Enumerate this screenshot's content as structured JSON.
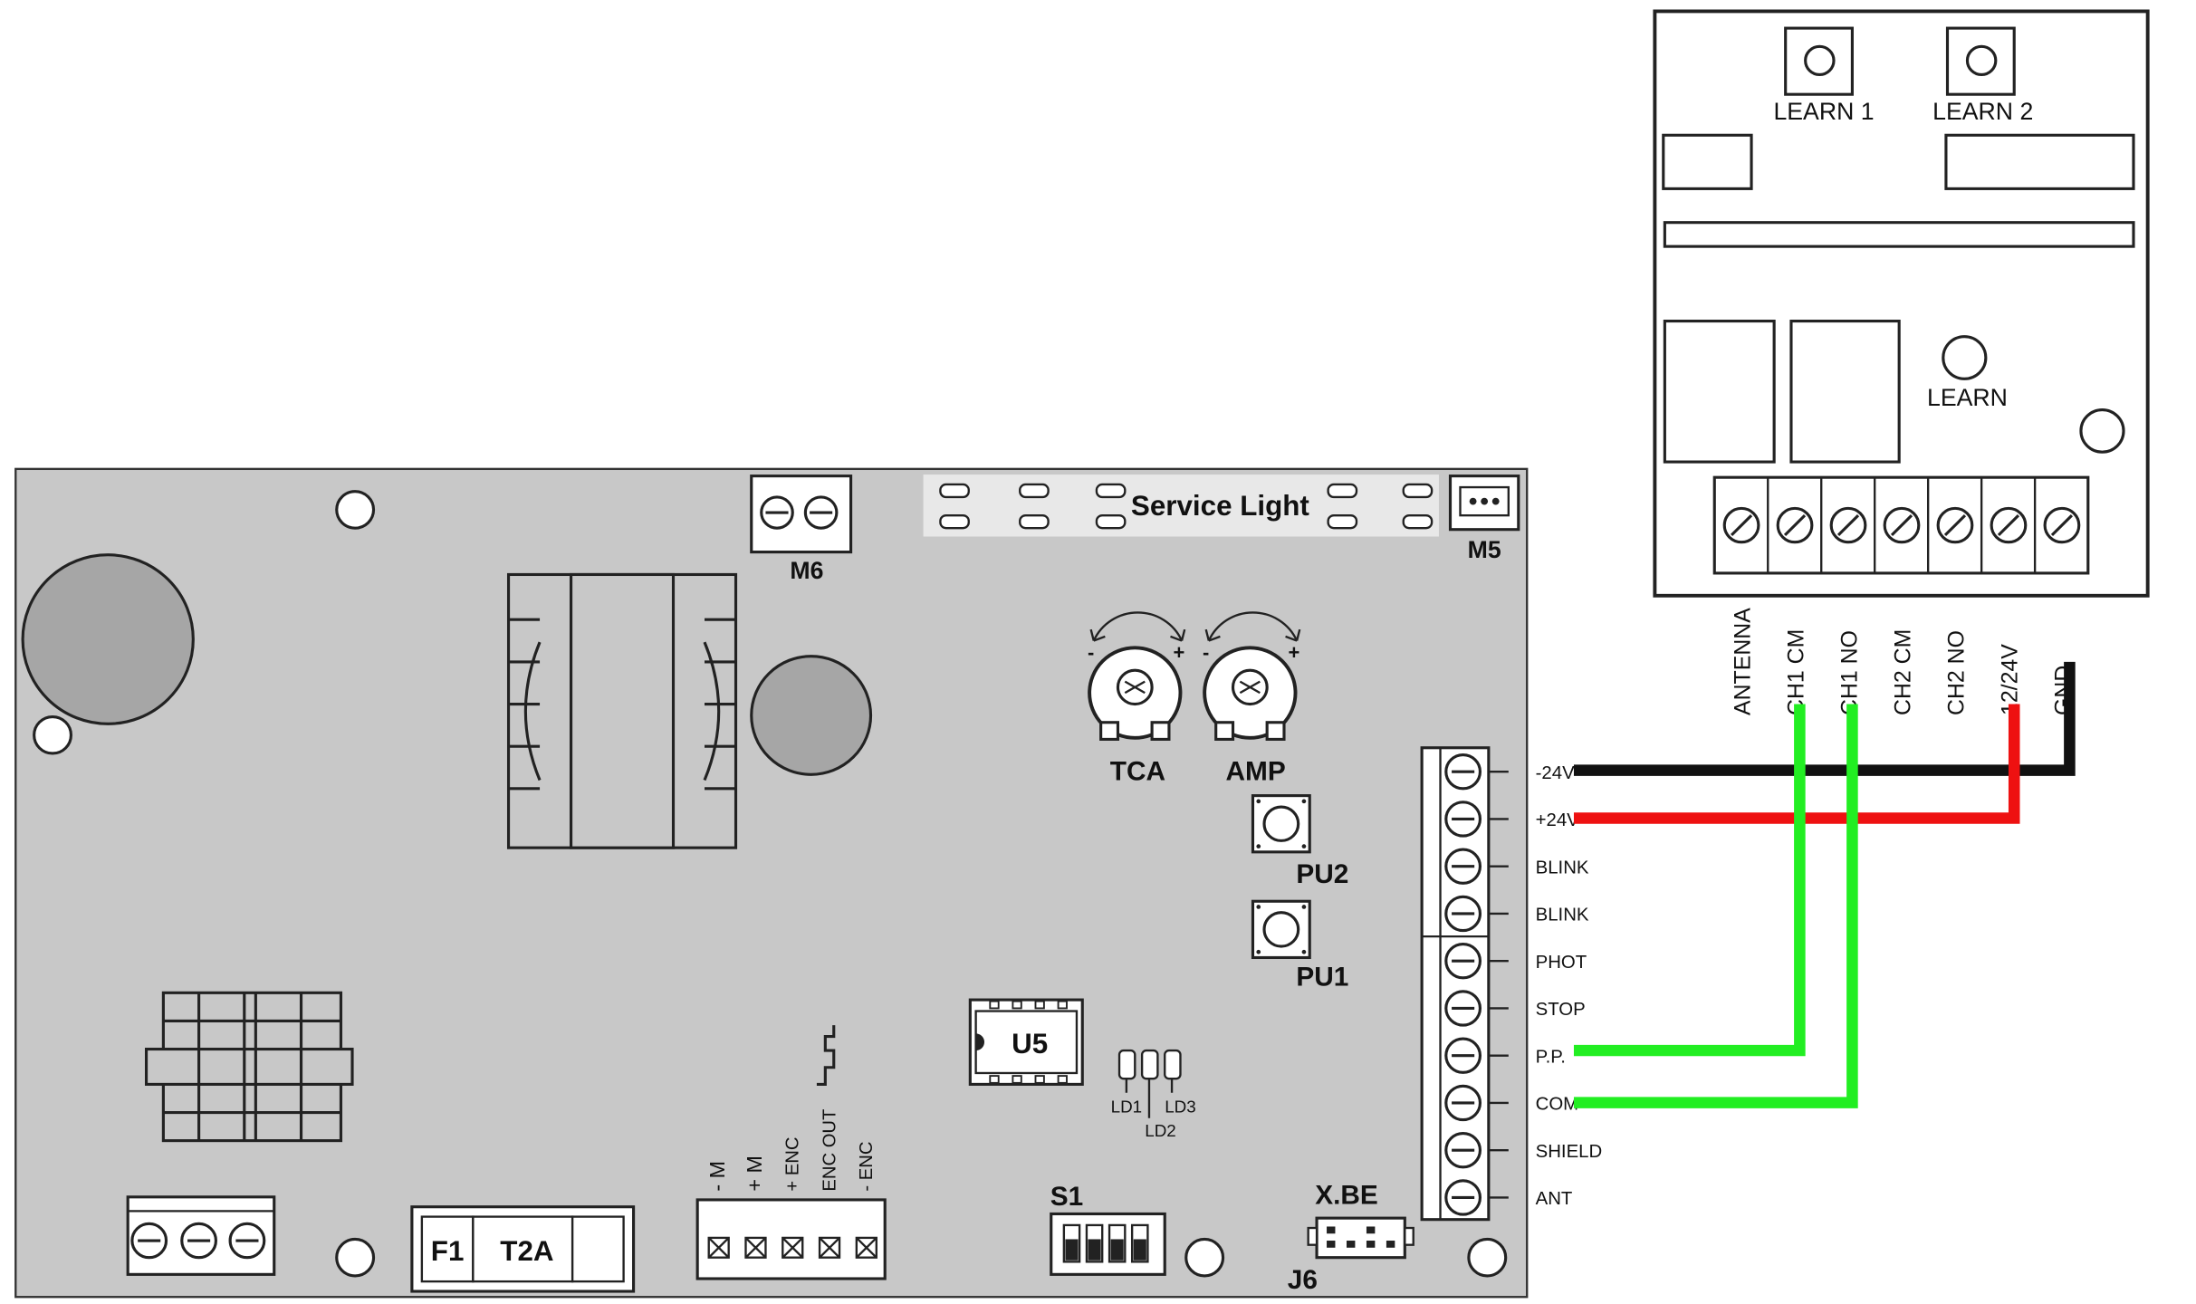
{
  "board": {
    "m6_label": "M6",
    "m5_label": "M5",
    "service_light_label": "Service Light",
    "tca_label": "TCA",
    "amp_label": "AMP",
    "pot_minus": "-",
    "pot_plus": "+",
    "pu2_label": "PU2",
    "pu1_label": "PU1",
    "u5_label": "U5",
    "ld1_label": "LD1",
    "ld2_label": "LD2",
    "ld3_label": "LD3",
    "s1_label": "S1",
    "xbe_label": "X.BE",
    "j6_label": "J6",
    "f1_label": "F1",
    "t2a_label": "T2A",
    "encoder_pins": [
      "- M",
      "+ M",
      "+ ENC",
      "ENC OUT",
      "- ENC"
    ]
  },
  "terminal_strip": [
    "-24V",
    "+24V",
    "BLINK",
    "BLINK",
    "PHOT",
    "STOP",
    "P.P.",
    "COM",
    "SHIELD",
    "ANT"
  ],
  "receiver": {
    "learn1_label": "LEARN 1",
    "learn2_label": "LEARN 2",
    "learn_label": "LEARN",
    "terminals": [
      "ANTENNA",
      "CH1 CM",
      "CH1 NO",
      "CH2 CM",
      "CH2 NO",
      "12/24V",
      "GND"
    ]
  },
  "colors": {
    "board_fill": "#c8c8c8",
    "wire_black": "#111111",
    "wire_red": "#ee1111",
    "wire_green": "#22ee22"
  }
}
